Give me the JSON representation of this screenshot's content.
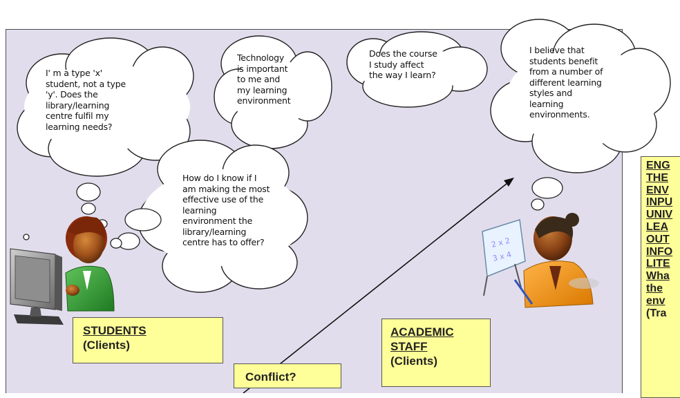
{
  "thoughts": {
    "student_type": [
      "I' m a type 'x'",
      "student, not a type",
      "'y'.  Does the",
      "library/learning",
      "centre fulfil my",
      "learning needs?"
    ],
    "technology": [
      "Technology",
      "is important",
      "to me and",
      "my learning",
      "environment"
    ],
    "course": [
      "Does the course",
      "I study affect",
      "the way I learn?"
    ],
    "effective_use": [
      "How do I know if I",
      "am making the most",
      "effective use of the",
      "learning",
      "environment the",
      "library/learning",
      "centre has to offer?"
    ],
    "academic_belief": [
      "I believe that",
      "students benefit",
      "from a number of",
      "different learning",
      "styles and",
      "learning",
      "environments."
    ]
  },
  "labels": {
    "students_title": "STUDENTS",
    "students_sub": "(Clients)",
    "conflict": "Conflict?",
    "academic_title_1": "ACADEMIC",
    "academic_title_2": "STAFF",
    "academic_sub": "(Clients)"
  },
  "right_box": {
    "lines": [
      {
        "text": "ENG",
        "underline": true
      },
      {
        "text": "THE",
        "underline": true
      },
      {
        "text": "ENV",
        "underline": true
      },
      {
        "text": "INPU",
        "underline": true
      },
      {
        "text": "UNIV",
        "underline": true
      },
      {
        "text": "LEA",
        "underline": true
      },
      {
        "text": "OUT",
        "underline": true
      },
      {
        "text": "INFO",
        "underline": true
      },
      {
        "text": "LITE",
        "underline": true
      },
      {
        "text": "Wha",
        "underline": true
      },
      {
        "text": "the",
        "underline": true
      },
      {
        "text": "env",
        "underline": true
      },
      {
        "text": "(Tra",
        "underline": false
      }
    ]
  },
  "board_text": [
    "2 x 2",
    "3 x 4"
  ],
  "colors": {
    "panel": "#e2ddec",
    "label_fill": "#ffff99",
    "cloud_fill": "#ffffff",
    "arrow": "#111111"
  }
}
